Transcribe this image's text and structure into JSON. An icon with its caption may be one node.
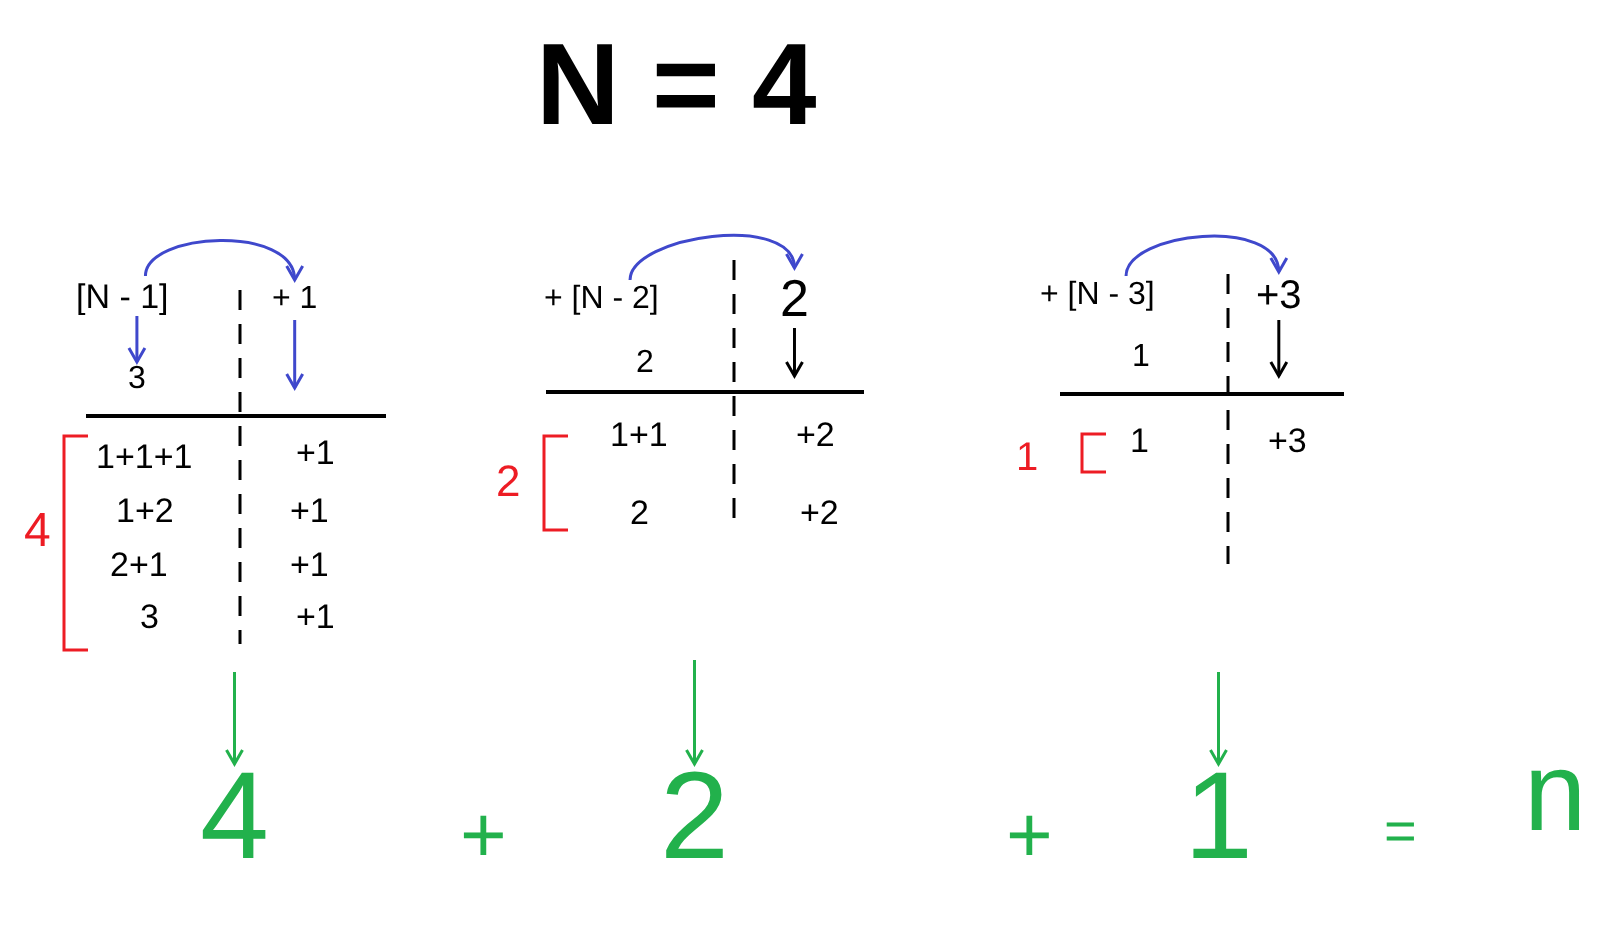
{
  "diagram": {
    "title": "N = 4",
    "nodes": [
      {
        "text": [
          "[N - 1]"
        ]
      },
      {
        "text": [
          "+ 1"
        ]
      },
      {
        "text": [
          "3"
        ]
      },
      {
        "text": [
          "+ [N - 2]"
        ]
      },
      {
        "text": [
          "2"
        ]
      },
      {
        "text": [
          "2"
        ]
      },
      {
        "text": [
          "+ [N - 3]"
        ]
      },
      {
        "text": [
          "+3"
        ]
      },
      {
        "text": [
          "1"
        ]
      },
      {
        "text": [
          "4"
        ]
      },
      {
        "text": [
          "2"
        ]
      },
      {
        "text": [
          "1"
        ]
      },
      {
        "text": [
          "n"
        ]
      }
    ],
    "edges": [
      {
        "from": 0,
        "to": 1,
        "arrow": "to"
      },
      {
        "from": 0,
        "to": 2,
        "arrow": "to"
      },
      {
        "from": 1,
        "to": null,
        "arrow": "to"
      },
      {
        "from": 3,
        "to": 4,
        "arrow": "to"
      },
      {
        "from": 4,
        "to": null,
        "arrow": "to",
        "color": "#000000"
      },
      {
        "from": 6,
        "to": 7,
        "arrow": "to"
      },
      {
        "from": 7,
        "to": null,
        "arrow": "to",
        "color": "#000000"
      },
      {
        "from": null,
        "to": 9,
        "arrow": "to",
        "color": "#22b14c"
      },
      {
        "from": null,
        "to": 10,
        "arrow": "to",
        "color": "#22b14c"
      },
      {
        "from": null,
        "to": 11,
        "arrow": "to",
        "color": "#22b14c"
      }
    ],
    "labels": [
      "4",
      "1+1+1",
      "+1",
      "1+2",
      "+1",
      "2+1",
      "+1",
      "3",
      "+1",
      "2",
      "1+1",
      "+2",
      "2",
      "+2",
      "1",
      "1",
      "+3",
      "+",
      "+",
      "="
    ]
  }
}
